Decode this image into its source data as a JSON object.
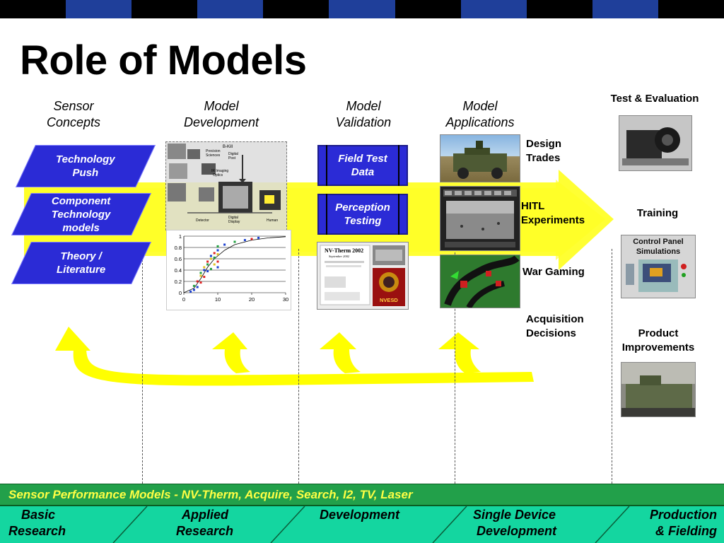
{
  "title": "Role of Models",
  "top_bar_colors": [
    "#000000",
    "#1f3f9a",
    "#000000",
    "#1f3f9a",
    "#000000",
    "#1f3f9a",
    "#000000",
    "#1f3f9a",
    "#000000",
    "#1f3f9a",
    "#000000"
  ],
  "columns": {
    "sensor_concepts": {
      "line1": "Sensor",
      "line2": "Concepts"
    },
    "model_development": {
      "line1": "Model",
      "line2": "Development"
    },
    "model_validation": {
      "line1": "Model",
      "line2": "Validation"
    },
    "model_applications": {
      "line1": "Model",
      "line2": "Applications"
    }
  },
  "concept_boxes": [
    {
      "line1": "Technology",
      "line2": "Push"
    },
    {
      "line1": "Component",
      "line2": "Technology",
      "line3": "models"
    },
    {
      "line1": "Theory /",
      "line2": "Literature"
    }
  ],
  "validation_boxes": [
    {
      "line1": "Field Test",
      "line2": "Data"
    },
    {
      "line1": "Perception",
      "line2": "Testing"
    }
  ],
  "applications": [
    {
      "line1": "Design",
      "line2": "Trades"
    },
    {
      "line1": "HITL",
      "line2": "Experiments"
    },
    {
      "line1": "War Gaming"
    },
    {
      "line1": "Acquisition",
      "line2": "Decisions"
    }
  ],
  "right_labels": {
    "test_eval": "Test & Evaluation",
    "training": "Training",
    "product_line1": "Product",
    "product_line2": "Improvements",
    "control_panel_line1": "Control Panel",
    "control_panel_line2": "Simulations"
  },
  "diagram_text": {
    "bkill": "B-Kill",
    "precision": "Precision",
    "sciences": "Sciences",
    "digital": "Digital",
    "post": "Post",
    "ir_imaging": "IR Imaging",
    "optics": "Optics",
    "detector": "Detector",
    "digital_display": "Digital",
    "display": "Display",
    "human": "Human"
  },
  "nvtherm": {
    "title": "NV-Therm 2002",
    "date": "September 2002",
    "logo": "NVESD"
  },
  "chart_data": {
    "type": "scatter",
    "x_ticks": [
      "0",
      "10",
      "20",
      "30"
    ],
    "y_ticks": [
      "0",
      "0.2",
      "0.4",
      "0.6",
      "0.8",
      "1"
    ],
    "xlim": [
      0,
      30
    ],
    "ylim": [
      0,
      1
    ],
    "grid": true,
    "curve": [
      [
        0,
        0
      ],
      [
        3,
        0.08
      ],
      [
        5,
        0.25
      ],
      [
        7,
        0.45
      ],
      [
        9,
        0.6
      ],
      [
        12,
        0.75
      ],
      [
        15,
        0.85
      ],
      [
        20,
        0.93
      ],
      [
        25,
        0.97
      ],
      [
        30,
        0.99
      ]
    ],
    "points": [
      [
        2,
        0.02,
        "#1a3fd0"
      ],
      [
        3,
        0.05,
        "#1a3fd0"
      ],
      [
        3,
        0.12,
        "#22a040"
      ],
      [
        4,
        0.2,
        "#e02020"
      ],
      [
        4,
        0.1,
        "#1a3fd0"
      ],
      [
        5,
        0.3,
        "#e0c020"
      ],
      [
        5,
        0.18,
        "#e02020"
      ],
      [
        5,
        0.35,
        "#22a040"
      ],
      [
        6,
        0.4,
        "#1a3fd0"
      ],
      [
        6,
        0.28,
        "#e02020"
      ],
      [
        6,
        0.45,
        "#e0c020"
      ],
      [
        7,
        0.5,
        "#22a040"
      ],
      [
        7,
        0.38,
        "#1a3fd0"
      ],
      [
        7,
        0.55,
        "#e02020"
      ],
      [
        8,
        0.6,
        "#e0c020"
      ],
      [
        8,
        0.42,
        "#22a040"
      ],
      [
        8,
        0.65,
        "#1a3fd0"
      ],
      [
        9,
        0.7,
        "#e02020"
      ],
      [
        9,
        0.5,
        "#e0c020"
      ],
      [
        9,
        0.62,
        "#22a040"
      ],
      [
        10,
        0.75,
        "#1a3fd0"
      ],
      [
        10,
        0.55,
        "#e02020"
      ],
      [
        10,
        0.68,
        "#e0c020"
      ],
      [
        10,
        0.82,
        "#22a040"
      ],
      [
        10,
        0.45,
        "#1a3fd0"
      ],
      [
        12,
        0.85,
        "#1a3fd0"
      ],
      [
        15,
        0.9,
        "#22a040"
      ],
      [
        18,
        0.93,
        "#1a3fd0"
      ],
      [
        20,
        0.95,
        "#e02020"
      ],
      [
        22,
        0.97,
        "#1a3fd0"
      ]
    ]
  },
  "bottom": {
    "models_line": "Sensor Performance Models - NV-Therm, Acquire, Search, I2, TV, Laser",
    "stages": [
      {
        "line1": "Basic",
        "line2": "Research"
      },
      {
        "line1": "Applied",
        "line2": "Research"
      },
      {
        "line1": "Development",
        "line2": ""
      },
      {
        "line1": "Single Device",
        "line2": "Development"
      },
      {
        "line1": "Production",
        "line2": "& Fielding"
      }
    ]
  },
  "colors": {
    "arrow_yellow": "#ffff33",
    "box_blue": "#2b2bd6",
    "models_bar_green": "#22a04a",
    "models_text_yellow": "#ffff44",
    "stage_bar_teal": "#14d6a0"
  }
}
